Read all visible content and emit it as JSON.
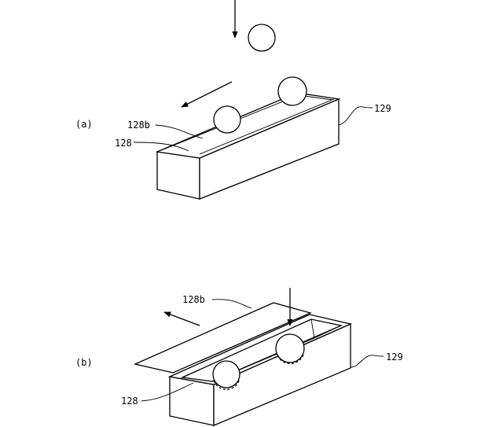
{
  "panels": [
    {
      "id": "a",
      "panel_label": "(a)",
      "labels": {
        "cover_sheet": "128b",
        "recess": "128",
        "case": "129"
      }
    },
    {
      "id": "b",
      "panel_label": "(b)",
      "labels": {
        "cover_sheet": "128b",
        "recess": "128",
        "case": "129"
      }
    }
  ]
}
